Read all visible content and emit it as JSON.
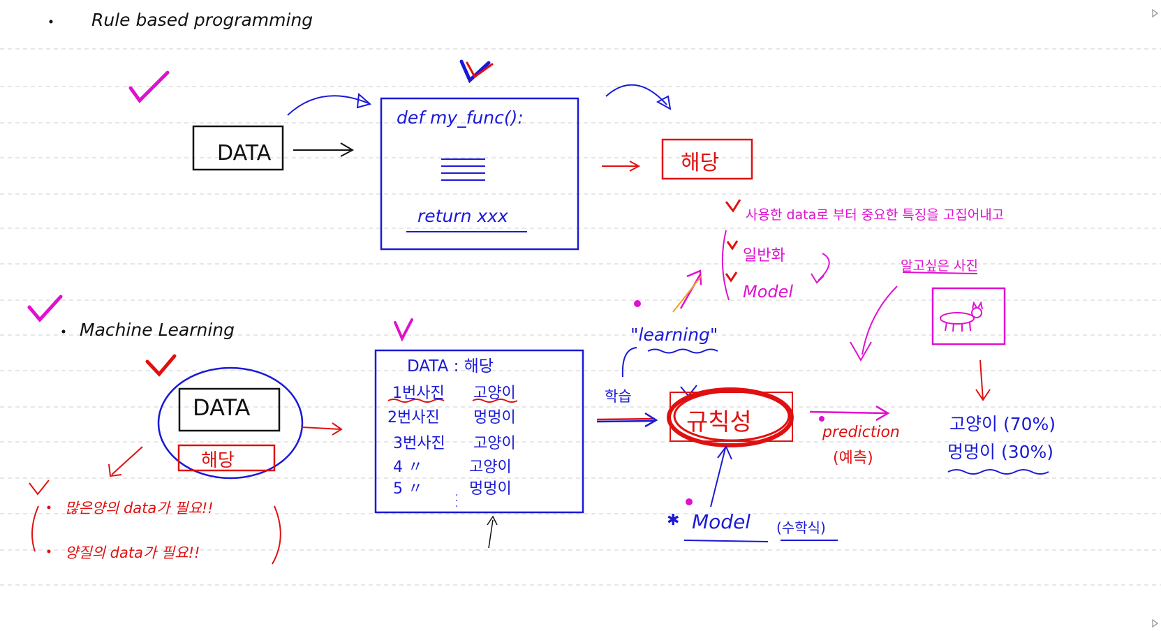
{
  "section1": {
    "title": "Rule based programming",
    "data_box": "DATA",
    "code_def": "def my_func():",
    "code_return": "return xxx",
    "result_box": "해당"
  },
  "section2": {
    "title": "Machine Learning",
    "data_box": "DATA",
    "label_box": "해당",
    "need_many": "많은양의 data가 필요!!",
    "need_good": "양질의 data가 필요!!",
    "table_header": "DATA : 해당",
    "table_rows": [
      {
        "left": "1번사진",
        "right": "고양이"
      },
      {
        "left": "2번사진",
        "right": "멍멍이"
      },
      {
        "left": "3번사진",
        "right": "고양이"
      },
      {
        "left": "4 〃",
        "right": "고양이"
      },
      {
        "left": "5 〃",
        "right": "멍멍이"
      }
    ],
    "train_label": "학습",
    "learning_label": "\"learning\"",
    "rule_label": "규칙성",
    "model_label": "Model",
    "model_sub": "(수학식)",
    "prediction_label": "prediction",
    "prediction_sub": "(예측)",
    "note_extract": "사용한 data로 부터 중요한 특징을 고집어내고",
    "note_general": "일반화",
    "note_model": "Model",
    "photo_label": "알고싶은 사진",
    "result_cat": "고양이 (70%)",
    "result_dog": "멍멍이 (30%)"
  },
  "colors": {
    "ink_black": "#111111",
    "ink_blue": "#1a1ad6",
    "ink_red": "#e01010",
    "ink_magenta": "#e010d0",
    "rule_line": "#cfcfcf"
  }
}
